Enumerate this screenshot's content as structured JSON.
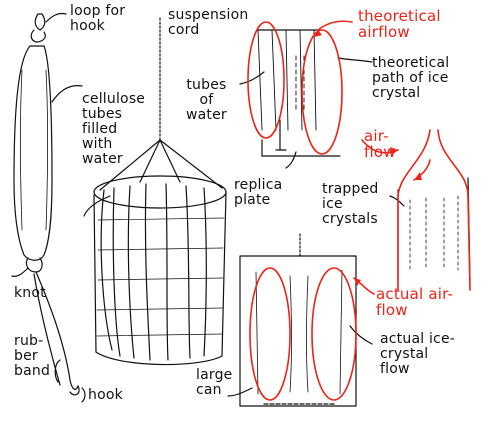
{
  "labels": {
    "loop_for_hook": "loop for\nhook",
    "cellulose_tubes": "cellulose\ntubes\nfilled\nwith\nwater",
    "knot": "knot",
    "rubber_band": "rub-\nber\nband",
    "hook": "hook",
    "suspension_cord": "suspension\ncord",
    "tubes_of_water": "tubes\nof\nwater",
    "replica_plate": "replica\nplate",
    "theoretical_airflow": "theoretical\nairflow",
    "theoretical_path": "theoretical\npath of ice\ncrystal",
    "airflow": "air-\nflow",
    "trapped_ice_crystals": "trapped\nice\ncrystals",
    "actual_airflow": "actual air-\nflow",
    "actual_ice_crystal_flow": "actual ice-\ncrystal\nflow",
    "large_can": "large\ncan"
  },
  "colors": {
    "ink": "#111111",
    "annotation_red": "#e8251c"
  }
}
